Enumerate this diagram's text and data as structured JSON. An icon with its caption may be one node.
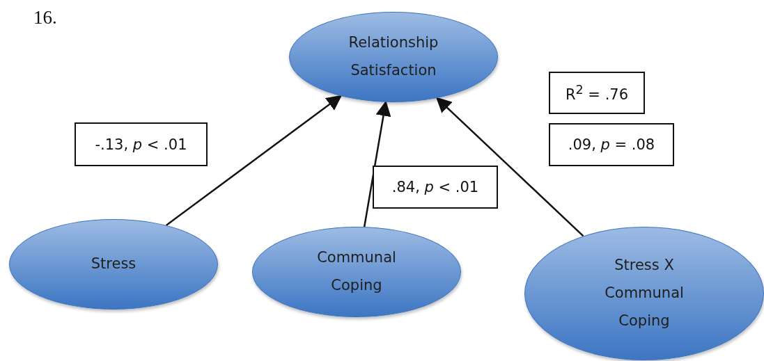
{
  "diagram": {
    "nodes": [
      {
        "text": [
          "Relationship Satisfaction"
        ]
      },
      {
        "text": [
          "Stress"
        ]
      },
      {
        "text": [
          "Communal Coping"
        ]
      },
      {
        "text": [
          "Stress X Communal Coping"
        ]
      }
    ],
    "edges": [
      {
        "from": 1,
        "to": 0,
        "arrow": "to",
        "label": "-.13, *p* < .01"
      },
      {
        "from": 2,
        "to": 0,
        "arrow": "to",
        "label": ".84, *p* < .01"
      },
      {
        "from": 3,
        "to": 0,
        "arrow": "to",
        "label": ".09, *p* = .08"
      }
    ],
    "labels": [
      "16.",
      "R$^{2}$ = .76"
    ]
  }
}
